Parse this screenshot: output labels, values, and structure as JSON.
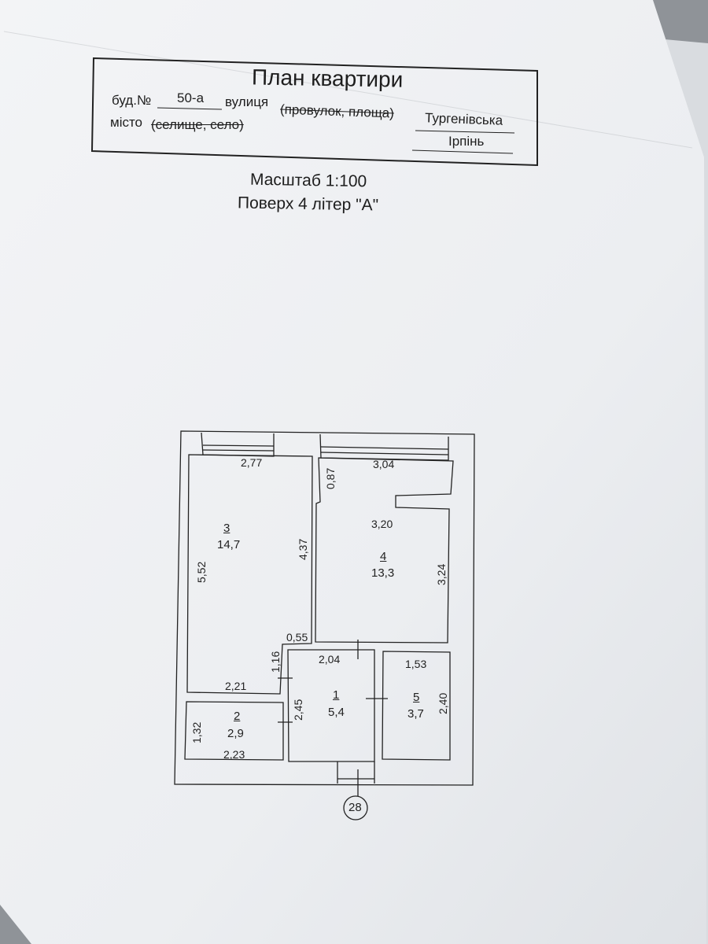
{
  "header": {
    "title": "План квартири",
    "building_label": "буд.№",
    "building_number": "50-а",
    "street_label": "вулиця",
    "street_struck": "(провулок, площа)",
    "street_value": "Тургенівська",
    "city_label": "місто",
    "city_struck": "(селище, село)",
    "city_value": "Ірпінь"
  },
  "scale": {
    "scale_text": "Масштаб 1:100",
    "floor_text": "Поверх 4 літер \"А\""
  },
  "plan": {
    "rooms": [
      {
        "number": "1",
        "area": "5,4"
      },
      {
        "number": "2",
        "area": "2,9"
      },
      {
        "number": "3",
        "area": "14,7"
      },
      {
        "number": "4",
        "area": "13,3"
      },
      {
        "number": "5",
        "area": "3,7"
      }
    ],
    "dimensions": {
      "r3_width": "2,77",
      "r3_height": "5,52",
      "r3_inner_height": "4,37",
      "r3_bottom": "2,21",
      "r4_top": "3,04",
      "r4_wall": "0,87",
      "r4_width": "3,20",
      "r4_height": "3,24",
      "hall_gap": "0,55",
      "hall_top": "2,04",
      "hall_left": "1,16",
      "hall_height": "2,45",
      "r5_width": "1,53",
      "r5_height": "2,40",
      "r2_height": "1,32",
      "r2_width": "2,23"
    },
    "apartment_number": "28"
  },
  "colors": {
    "paper": "#eef0f2",
    "ink": "#1e1e1e",
    "background": "#8f9398"
  }
}
